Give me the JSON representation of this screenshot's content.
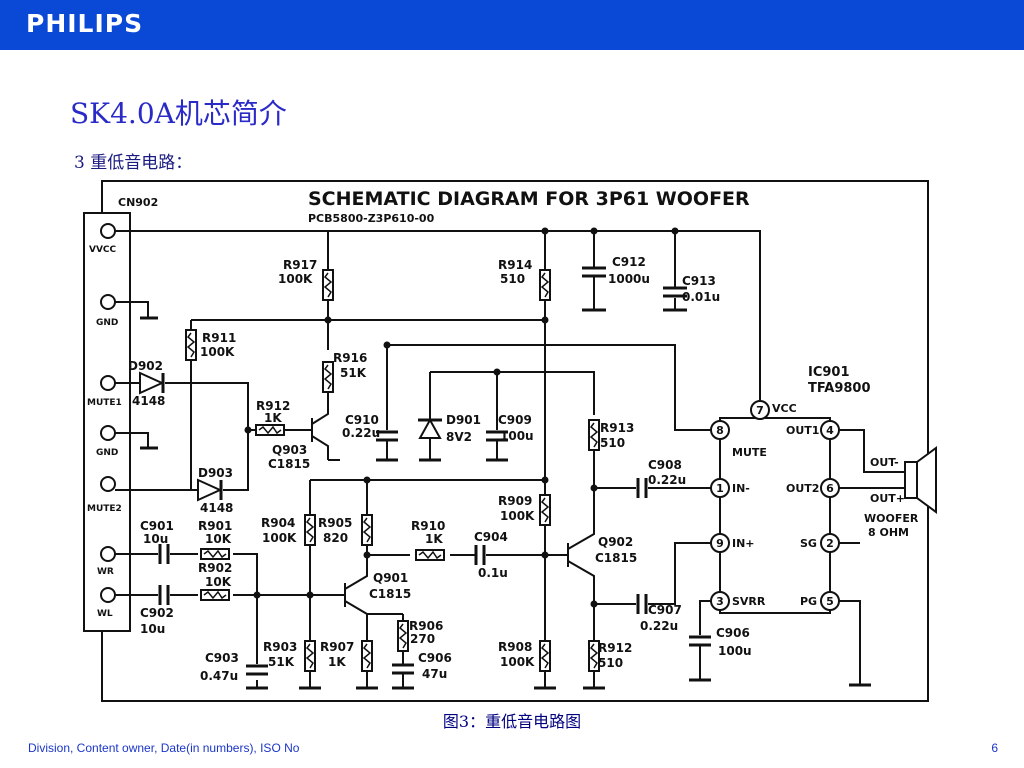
{
  "header": {
    "brand": "PHILIPS",
    "bar_color": "#0a48d6"
  },
  "slide": {
    "title": "SK4.0A机芯简介",
    "section": "3 重低音电路：",
    "caption": "图3：重低音电路图"
  },
  "schematic": {
    "title": "SCHEMATIC DIAGRAM FOR 3P61 WOOFER",
    "pcb": "PCB5800-Z3P610-00",
    "connector": {
      "name": "CN902",
      "pins": [
        "VVCC",
        "GND",
        "MUTE1",
        "GND",
        "MUTE2",
        "WR",
        "WL"
      ]
    },
    "components": {
      "r917": [
        "R917",
        "100K"
      ],
      "r914": [
        "R914",
        "510"
      ],
      "c912": [
        "C912",
        "1000u"
      ],
      "c913": [
        "C913",
        "0.01u"
      ],
      "r911": [
        "R911",
        "100K"
      ],
      "r916": [
        "R916",
        "51K"
      ],
      "d902": [
        "D902",
        "4148"
      ],
      "r912a": [
        "R912",
        "1K"
      ],
      "q903": [
        "Q903",
        "C1815"
      ],
      "c910": [
        "C910",
        "0.22u"
      ],
      "d901": [
        "D901",
        "8V2"
      ],
      "c909": [
        "C909",
        "100u"
      ],
      "r913": [
        "R913",
        "510"
      ],
      "d903": [
        "D903",
        "4148"
      ],
      "r909": [
        "R909",
        "100K"
      ],
      "c908": [
        "C908",
        "0.22u"
      ],
      "c901": [
        "C901",
        "10u"
      ],
      "r901": [
        "R901",
        "10K"
      ],
      "r904": [
        "R904",
        "100K"
      ],
      "r905": [
        "R905",
        "820"
      ],
      "r910": [
        "R910",
        "1K"
      ],
      "c904": [
        "C904",
        "0.1u"
      ],
      "q902": [
        "Q902",
        "C1815"
      ],
      "r902": [
        "R902",
        "10K"
      ],
      "q901": [
        "Q901",
        "C1815"
      ],
      "c902": [
        "C902",
        "10u"
      ],
      "r906": [
        "R906",
        "270"
      ],
      "c907": [
        "C907",
        "0.22u"
      ],
      "c906": [
        "C906",
        "100u"
      ],
      "c906b": [
        "C906",
        "47u"
      ],
      "c903": [
        "C903",
        "0.47u"
      ],
      "r903": [
        "R903",
        "51K"
      ],
      "r907": [
        "R907",
        "1K"
      ],
      "r908": [
        "R908",
        "100K"
      ],
      "r912b": [
        "R912",
        "510"
      ]
    },
    "ic": {
      "name": "IC901",
      "part": "TFA9800",
      "pins": {
        "p7": "7",
        "p8": "8",
        "p1": "1",
        "p9": "9",
        "p3": "3",
        "p4": "4",
        "p6": "6",
        "p2": "2",
        "p5": "5"
      },
      "pin_labels": {
        "vcc": "VCC",
        "mute": "MUTE",
        "in_minus": "IN-",
        "in_plus": "IN+",
        "svrr": "SVRR",
        "out1": "OUT1",
        "out2": "OUT2",
        "sg": "SG",
        "pg": "PG"
      }
    },
    "speaker": {
      "out_minus": "OUT-",
      "out_plus": "OUT+",
      "label": "WOOFER",
      "impedance": "8 OHM"
    }
  },
  "footer": {
    "left": "Division, Content owner, Date(in numbers), ISO No",
    "page": "6"
  }
}
